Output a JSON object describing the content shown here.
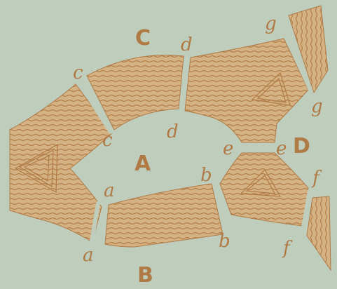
{
  "colors": {
    "background": "#bfcdbd",
    "fill": "#d4b283",
    "line": "#b07a45"
  },
  "regions": {
    "A": "A",
    "B": "B",
    "C": "C",
    "D": "D"
  },
  "junctions": {
    "a_top": "a",
    "a_bottom": "a",
    "b_top": "b",
    "b_bottom": "b",
    "c_top": "c",
    "c_bottom": "c",
    "d_top": "d",
    "d_bottom": "d",
    "e_left": "e",
    "e_right": "e",
    "f_top": "f",
    "f_bottom": "f",
    "g_top": "g",
    "g_bottom": "g"
  }
}
